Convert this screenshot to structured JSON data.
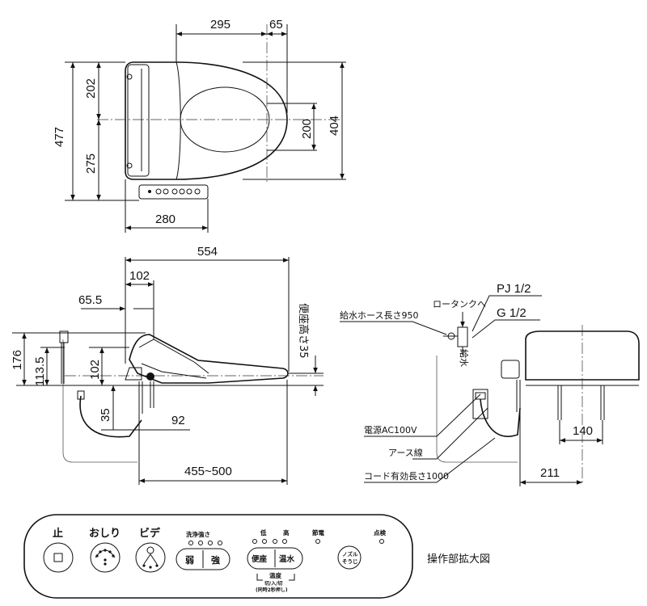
{
  "top_view": {
    "dims": {
      "d295": "295",
      "d65": "65",
      "d202": "202",
      "d477": "477",
      "d200": "200",
      "d404": "404",
      "d275": "275",
      "d280": "280"
    }
  },
  "side_view": {
    "dims": {
      "d554": "554",
      "d102_top": "102",
      "d65_5": "65.5",
      "d176": "176",
      "d113_5": "113.5",
      "d102_side": "102",
      "d35": "35",
      "d92": "92",
      "d455_500": "455~500",
      "seat_height": "便座高さ35"
    }
  },
  "right_view": {
    "labels": {
      "pj": "PJ 1/2",
      "g": "G 1/2",
      "to_tank": "ロータンクへ",
      "hose": "給水ホース長さ950",
      "water_supply": "給水",
      "power": "電源AC100V",
      "earth": "アース線",
      "cord": "コード有効長さ1000"
    },
    "dims": {
      "d140": "140",
      "d211": "211"
    }
  },
  "panel": {
    "stop": "止",
    "oshiri": "おしり",
    "bidet": "ビデ",
    "wash_strength": "洗浄強さ",
    "low": "低",
    "high": "高",
    "power_save": "節電",
    "check": "点検",
    "weak": "弱",
    "strong": "強",
    "seat": "便座",
    "warm_water": "温水",
    "temp_line1": "温度",
    "temp_line2": "切/入/切",
    "temp_line3": "(同時2秒押し)",
    "nozzle_line1": "ノズル",
    "nozzle_line2": "そうじ",
    "caption": "操作部拡大図"
  }
}
